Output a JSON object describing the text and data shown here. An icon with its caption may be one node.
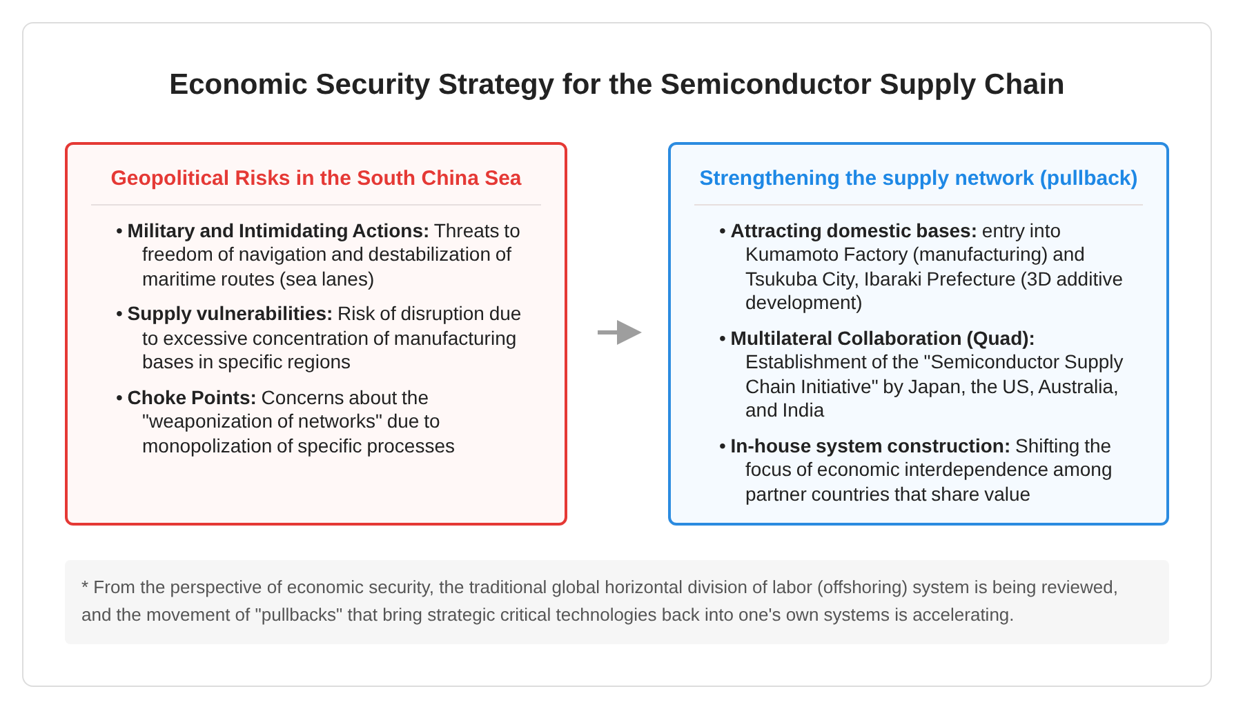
{
  "diagram": {
    "title": "Economic Security Strategy for the Semiconductor Supply Chain",
    "nodes": [
      {
        "text": [
          "Geopolitical Risks in the South China Sea",
          "• **Military and Intimidating Actions:** Threats to freedom of navigation and destabilization of maritime routes (sea lanes)",
          "• **Supply vulnerabilities:** Risk of disruption due to excessive concentration of manufacturing bases in specific regions",
          "• **Choke Points:** Concerns about the \"weaponization of networks\" due to monopolization of specific processes"
        ]
      },
      {
        "text": [
          "Strengthening the supply network (pullback)",
          "• **Attracting domestic bases:** entry into Kumamoto Factory (manufacturing) and Tsukuba City, Ibaraki Prefecture (3D additive development)",
          "• **Multilateral Collaboration (Quad):** Establishment of the \"Semiconductor Supply Chain Initiative\" by Japan, the US, Australia, and India",
          "• **In-house system construction:** Shifting the focus of economic interdependence among partner countries that share value"
        ]
      }
    ],
    "edges": [
      {
        "from": 0,
        "to": 1,
        "arrow": "to",
        "color": "#9e9e9e"
      }
    ],
    "caption": "* From the perspective of economic security, the traditional global horizontal division of labor (offshoring) system is being reviewed, and the movement of \"pullbacks\" that bring strategic critical technologies back into one's own systems is accelerating."
  }
}
